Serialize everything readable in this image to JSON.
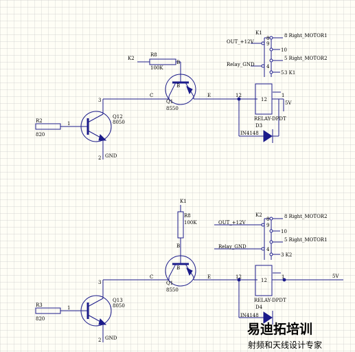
{
  "top": {
    "relay_ref": "K1",
    "pins": [
      {
        "num": "8",
        "label": "8 Right_MOTOR1"
      },
      {
        "num": "10",
        "label": "10"
      },
      {
        "num": "5",
        "label": "5 Right_MOTOR2"
      },
      {
        "num": "3",
        "label": "3 K1"
      }
    ],
    "inner_pins": [
      "9",
      "4"
    ],
    "net_out": "OUT_+12V",
    "net_gnd": "Relay_GND",
    "relay_label": "RELAY-DPDT",
    "pin12": "12",
    "pin1": "1",
    "coil": "12",
    "supply": "5V",
    "diode_ref": "D3",
    "diode_part": "IN4148",
    "res_top_ref": "R8",
    "res_top_val": "100K",
    "res_top_net": "K2",
    "res_in_ref": "R2",
    "res_in_val": "820",
    "in_pin": "1",
    "q_npn_ref": "Q12",
    "q_npn_part": "8050",
    "q_pnp_ref": "Q1",
    "q_pnp_part": "8550",
    "gnd": "GND",
    "pin_labels": {
      "c": "C",
      "e": "E",
      "b": "B",
      "n3": "3",
      "n2": "2"
    }
  },
  "bottom": {
    "relay_ref": "K2",
    "pins": [
      {
        "num": "8",
        "label": "8 Right_MOTOR2"
      },
      {
        "num": "10",
        "label": "10"
      },
      {
        "num": "5",
        "label": "5 Right_MOTOR1"
      },
      {
        "num": "3",
        "label": "3 K2"
      }
    ],
    "inner_pins": [
      "9",
      "4"
    ],
    "net_out": "OUT_+12V",
    "net_gnd": "Relay_GND",
    "relay_label": "RELAY-DPDT",
    "pin12": "12",
    "pin1": "1",
    "coil": "12",
    "supply": "5V",
    "diode_ref": "D4",
    "diode_part": "IN4148",
    "res_top_ref": "R8",
    "res_top_val": "100K",
    "res_top_net": "K1",
    "res_in_ref": "R3",
    "res_in_val": "820",
    "in_pin": "1",
    "q_npn_ref": "Q13",
    "q_npn_part": "8050",
    "q_pnp_ref": "Q1",
    "q_pnp_part": "8550",
    "gnd": "GND",
    "pin_labels": {
      "c": "C",
      "e": "E",
      "b": "B",
      "n3": "3",
      "n2": "2"
    }
  },
  "watermark": {
    "title": "易迪拓培训",
    "subtitle": "射频和天线设计专家"
  },
  "colors": {
    "background": "#fffef6",
    "grid": "#c9c9c9",
    "wire": "#1b1b8a",
    "component": "#1b1b8a",
    "watermark": "#b9b9b9"
  }
}
